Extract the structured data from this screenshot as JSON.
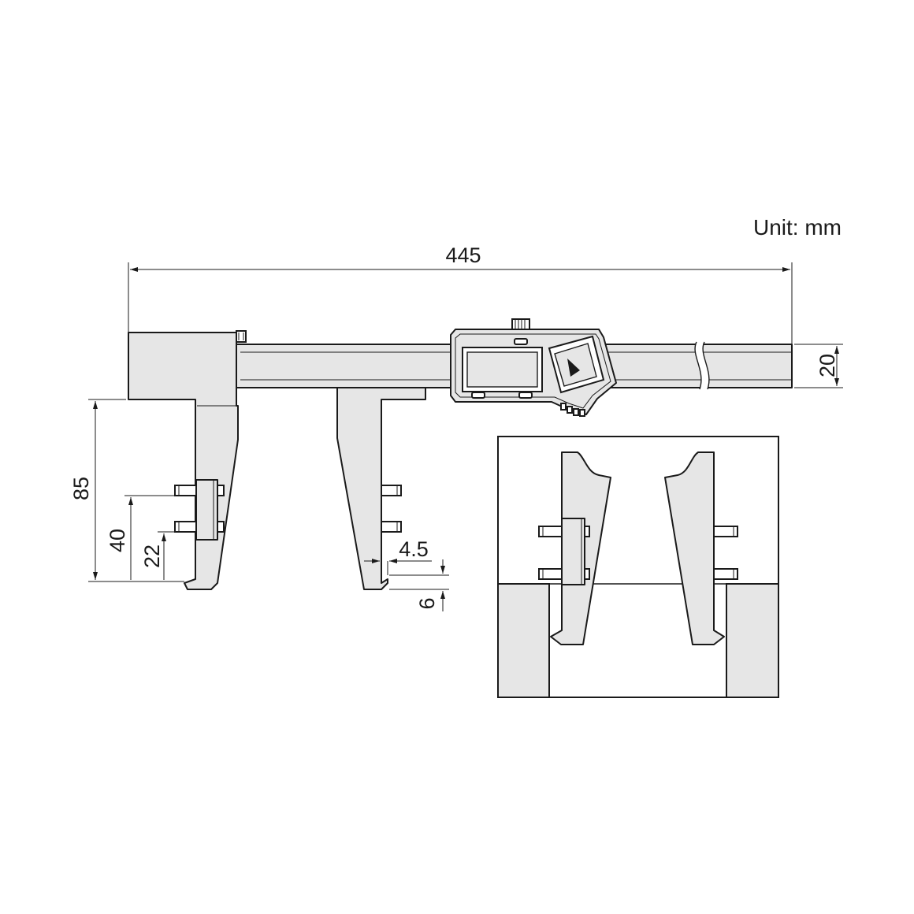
{
  "unit_label": "Unit: mm",
  "dimensions": {
    "overall_length": "445",
    "beam_height": "20",
    "jaw_depth": "85",
    "pin_upper_height": "40",
    "pin_lower_height": "22",
    "tip_width": "4.5",
    "tip_height": "6"
  },
  "colors": {
    "body_fill": "#e6e6e6",
    "line": "#1a1a1a",
    "background": "#ffffff"
  },
  "icons": {
    "display_button": "play-triangle-icon"
  }
}
